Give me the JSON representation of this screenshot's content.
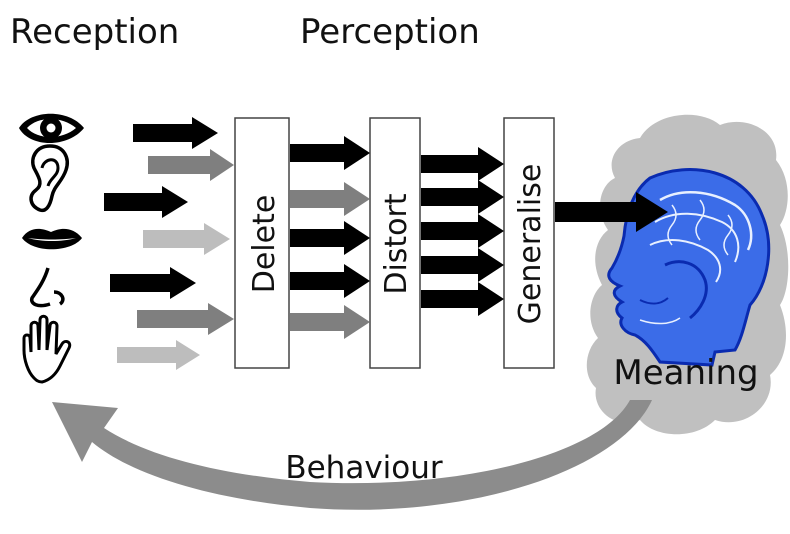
{
  "headings": {
    "reception": "Reception",
    "perception": "Perception"
  },
  "filters": {
    "delete": "Delete",
    "distort": "Distort",
    "generalise": "Generalise"
  },
  "outcome": {
    "meaning": "Meaning",
    "behaviour": "Behaviour"
  },
  "senses": [
    "eye-icon",
    "ear-icon",
    "mouth-icon",
    "nose-icon",
    "hand-icon"
  ],
  "colors": {
    "arrow_black": "#000000",
    "arrow_dark_gray": "#7f7f7f",
    "arrow_light_gray": "#bdbdbd",
    "cloud": "#c0c0c0",
    "feedback_arrow": "#8c8c8c",
    "brain_blue": "#1f4fd6"
  }
}
